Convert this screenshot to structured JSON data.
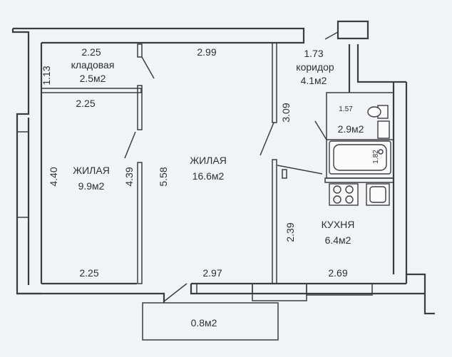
{
  "rooms": {
    "pantry": {
      "width": "2.25",
      "name": "кладовая",
      "area": "2.5м2",
      "depth": "1.13"
    },
    "bedroom": {
      "name": "ЖИЛАЯ",
      "area": "9.9м2",
      "top_width": "2.25",
      "bottom_width": "2.25",
      "left_length": "4.40",
      "right_length": "4.39"
    },
    "living": {
      "name": "ЖИЛАЯ",
      "area": "16.6м2",
      "top_width": "2.99",
      "bottom_width": "2.97",
      "length": "5.58"
    },
    "corridor": {
      "width": "1.73",
      "name": "коридор",
      "area": "4.1м2",
      "length": "3.09"
    },
    "bathroom": {
      "area": "2.9м2",
      "width": "1.57",
      "length": "1.82"
    },
    "kitchen": {
      "name": "КУХНЯ",
      "area": "6.4м2",
      "length": "2.39",
      "width": "2.69"
    },
    "balcony": {
      "area": "0.8м2"
    }
  }
}
